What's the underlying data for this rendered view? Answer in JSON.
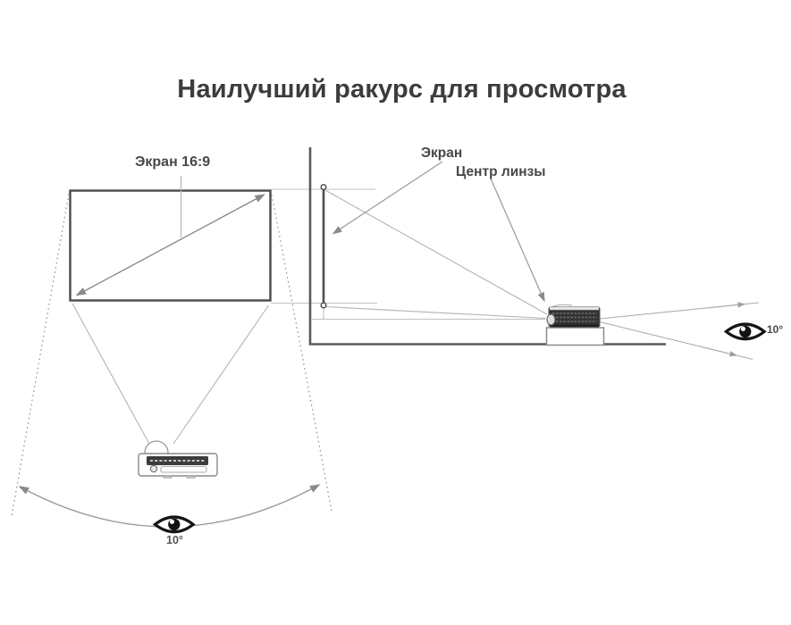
{
  "title": "Наилучший ракурс для просмотра",
  "front_view": {
    "screen_label": "Экран 16:9",
    "viewing_angle_label": "10°"
  },
  "side_view": {
    "screen_label": "Экран",
    "lens_center_label": "Центр линзы",
    "viewing_angle_label": "10°"
  },
  "colors": {
    "background": "#ffffff",
    "title_text": "#3c3c3c",
    "label_text": "#474747",
    "structure_lines": "#5a5a5a",
    "screen_outline": "#4a4a4a",
    "guide_lines": "#b3b3b3",
    "leader_lines": "#999999",
    "eye_icon": "#141414"
  }
}
